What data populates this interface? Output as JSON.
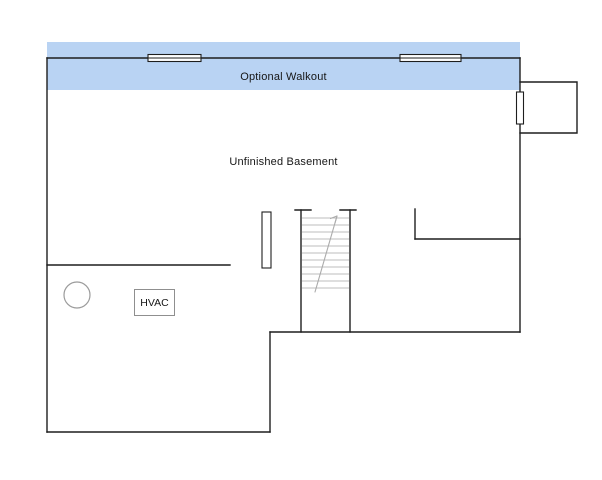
{
  "floorplan": {
    "labels": {
      "optional_walkout": "Optional Walkout",
      "unfinished_basement": "Unfinished Basement",
      "hvac": "HVAC"
    },
    "colors": {
      "walkout_highlight": "#b9d3f3",
      "wall": "#1e1e1e",
      "stair_tread": "#bcbcbc",
      "fixture_outline": "#9b9b9b",
      "background": "#ffffff"
    },
    "symbols": [
      "window",
      "door-opening",
      "staircase",
      "stair-direction-arrow",
      "sump-pit",
      "hvac-unit",
      "areaway-bumpout"
    ]
  }
}
